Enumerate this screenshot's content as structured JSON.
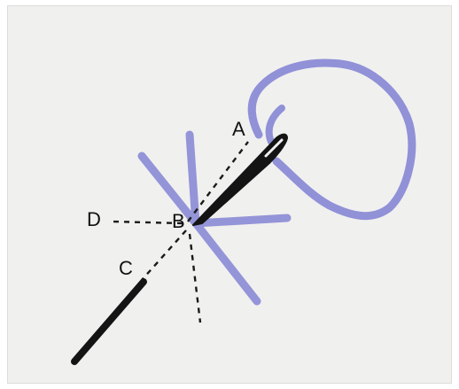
{
  "diagram": {
    "labels": {
      "a": "A",
      "b": "B",
      "c": "C",
      "d": "D"
    },
    "colors": {
      "paper": "#f0f0ef",
      "thread": "#8b8bd6",
      "needle": "#141414",
      "guide": "#1a1a1a"
    }
  }
}
